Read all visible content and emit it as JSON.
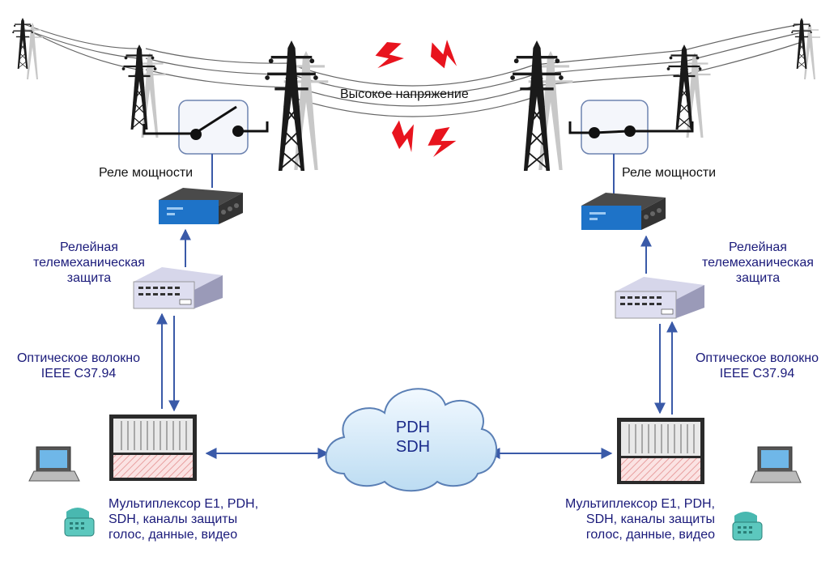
{
  "labels": {
    "high_voltage": "Высокое напряжение",
    "power_relay_left": "Реле мощности",
    "power_relay_right": "Реле мощности",
    "protection_left": [
      "Релейная",
      "телемеханическая",
      "защита"
    ],
    "protection_right": [
      "Релейная",
      "телемеханическая",
      "защита"
    ],
    "fiber_left": [
      "Оптическое волокно",
      "IEEE C37.94"
    ],
    "fiber_right": [
      "Оптическое волокно",
      "IEEE C37.94"
    ],
    "cloud": [
      "PDH",
      "SDH"
    ],
    "mux_left": [
      "Мультиплексор E1, PDH,",
      "SDH, каналы защиты",
      "голос, данные, видео"
    ],
    "mux_right": [
      "Мультиплексор E1, PDH,",
      "SDH, каналы защиты",
      "голос, данные, видео"
    ]
  },
  "colors": {
    "label_text": "#1a1a7a",
    "arrow": "#3a5aa8",
    "cloud_fill": "#d8ecf8",
    "cloud_stroke": "#5a7fb5",
    "relay_blue": "#1e73c8",
    "lightning": "#e8141e",
    "tower": "#1a1a1a"
  },
  "icons": [
    "power-tower-icon",
    "lightning-icon",
    "switch-open-icon",
    "switch-closed-icon",
    "relay-device-icon",
    "protection-device-icon",
    "multiplexer-rack-icon",
    "laptop-icon",
    "phone-icon",
    "cloud-icon"
  ]
}
